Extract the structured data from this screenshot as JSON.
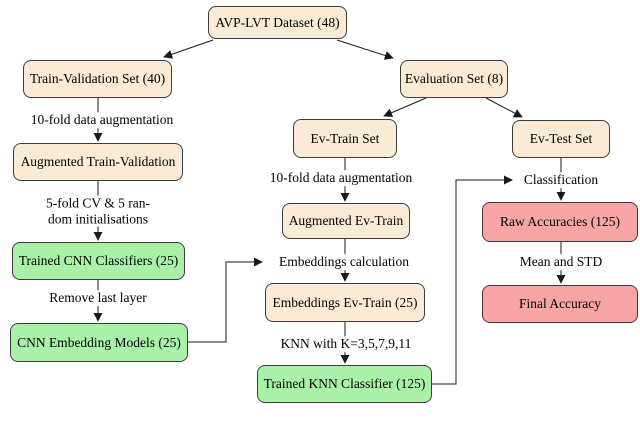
{
  "colors": {
    "node_cream_fill": "#faebd7",
    "node_green_fill": "#a9f1a9",
    "node_pink_fill": "#faa5a5",
    "node_border": "#3c3c3c",
    "edge_stroke": "#1a1a1a",
    "background": "#ffffff",
    "text": "#000000"
  },
  "nodes": {
    "dataset": {
      "label": "AVP-LVT Dataset (48)",
      "fill": "#faebd7"
    },
    "train_validation_set": {
      "label": "Train-Validation Set (40)",
      "fill": "#faebd7"
    },
    "augmented_train_validation": {
      "label": "Augmented Train-Validation",
      "fill": "#faebd7"
    },
    "trained_cnn_classifiers": {
      "label": "Trained CNN Classifiers (25)",
      "fill": "#a9f1a9"
    },
    "cnn_embedding_models": {
      "label": "CNN Embedding Models (25)",
      "fill": "#a9f1a9"
    },
    "evaluation_set": {
      "label": "Evaluation Set (8)",
      "fill": "#faebd7"
    },
    "ev_train_set": {
      "label": "Ev-Train Set",
      "fill": "#faebd7"
    },
    "ev_test_set": {
      "label": "Ev-Test Set",
      "fill": "#faebd7"
    },
    "augmented_ev_train": {
      "label": "Augmented Ev-Train",
      "fill": "#faebd7"
    },
    "embeddings_ev_train": {
      "label": "Embeddings Ev-Train (25)",
      "fill": "#faebd7"
    },
    "trained_knn_classifier": {
      "label": "Trained KNN Classifier (125)",
      "fill": "#a9f1a9"
    },
    "raw_accuracies": {
      "label": "Raw Accuracies (125)",
      "fill": "#faa5a5"
    },
    "final_accuracy": {
      "label": "Final Accuracy",
      "fill": "#faa5a5"
    }
  },
  "edge_labels": {
    "tv_augmentation": "10-fold data augmentation",
    "cv_init_line1": "5-fold CV & 5 ran-",
    "cv_init_line2": "dom initialisations",
    "remove_last_layer": "Remove last layer",
    "ev_augmentation": "10-fold data augmentation",
    "embeddings_calculation": "Embeddings calculation",
    "knn_k": "KNN with K=3,5,7,9,11",
    "classification": "Classification",
    "mean_std": "Mean and STD"
  }
}
